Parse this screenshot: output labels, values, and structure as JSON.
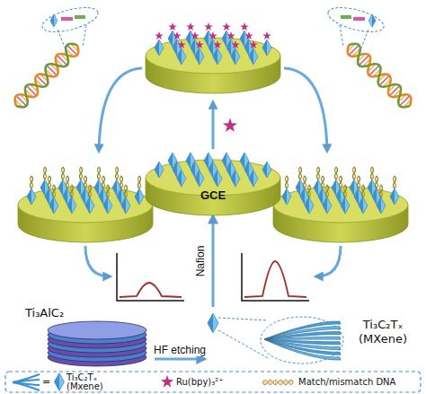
{
  "diagram": {
    "nodes": [
      {
        "text": [
          "GCE"
        ]
      },
      {
        "text": [
          "Ti₃AlC₂"
        ]
      },
      {
        "text": [
          "Ti₃C₂Tₓ (MXene)"
        ]
      }
    ],
    "edges": [
      {
        "from": 1,
        "to": 2,
        "label": "HF etching",
        "arrow": "to"
      },
      {
        "from": 2,
        "to": 0,
        "label": "Nafion",
        "arrow": "to"
      }
    ],
    "labels": [
      "="
    ],
    "legend": [
      {
        "text": "Ti₃C₂Tₓ (Mxene)"
      },
      {
        "text": "Ru(bpy)₃²⁺"
      },
      {
        "text": "Match/mismatch DNA"
      }
    ]
  }
}
